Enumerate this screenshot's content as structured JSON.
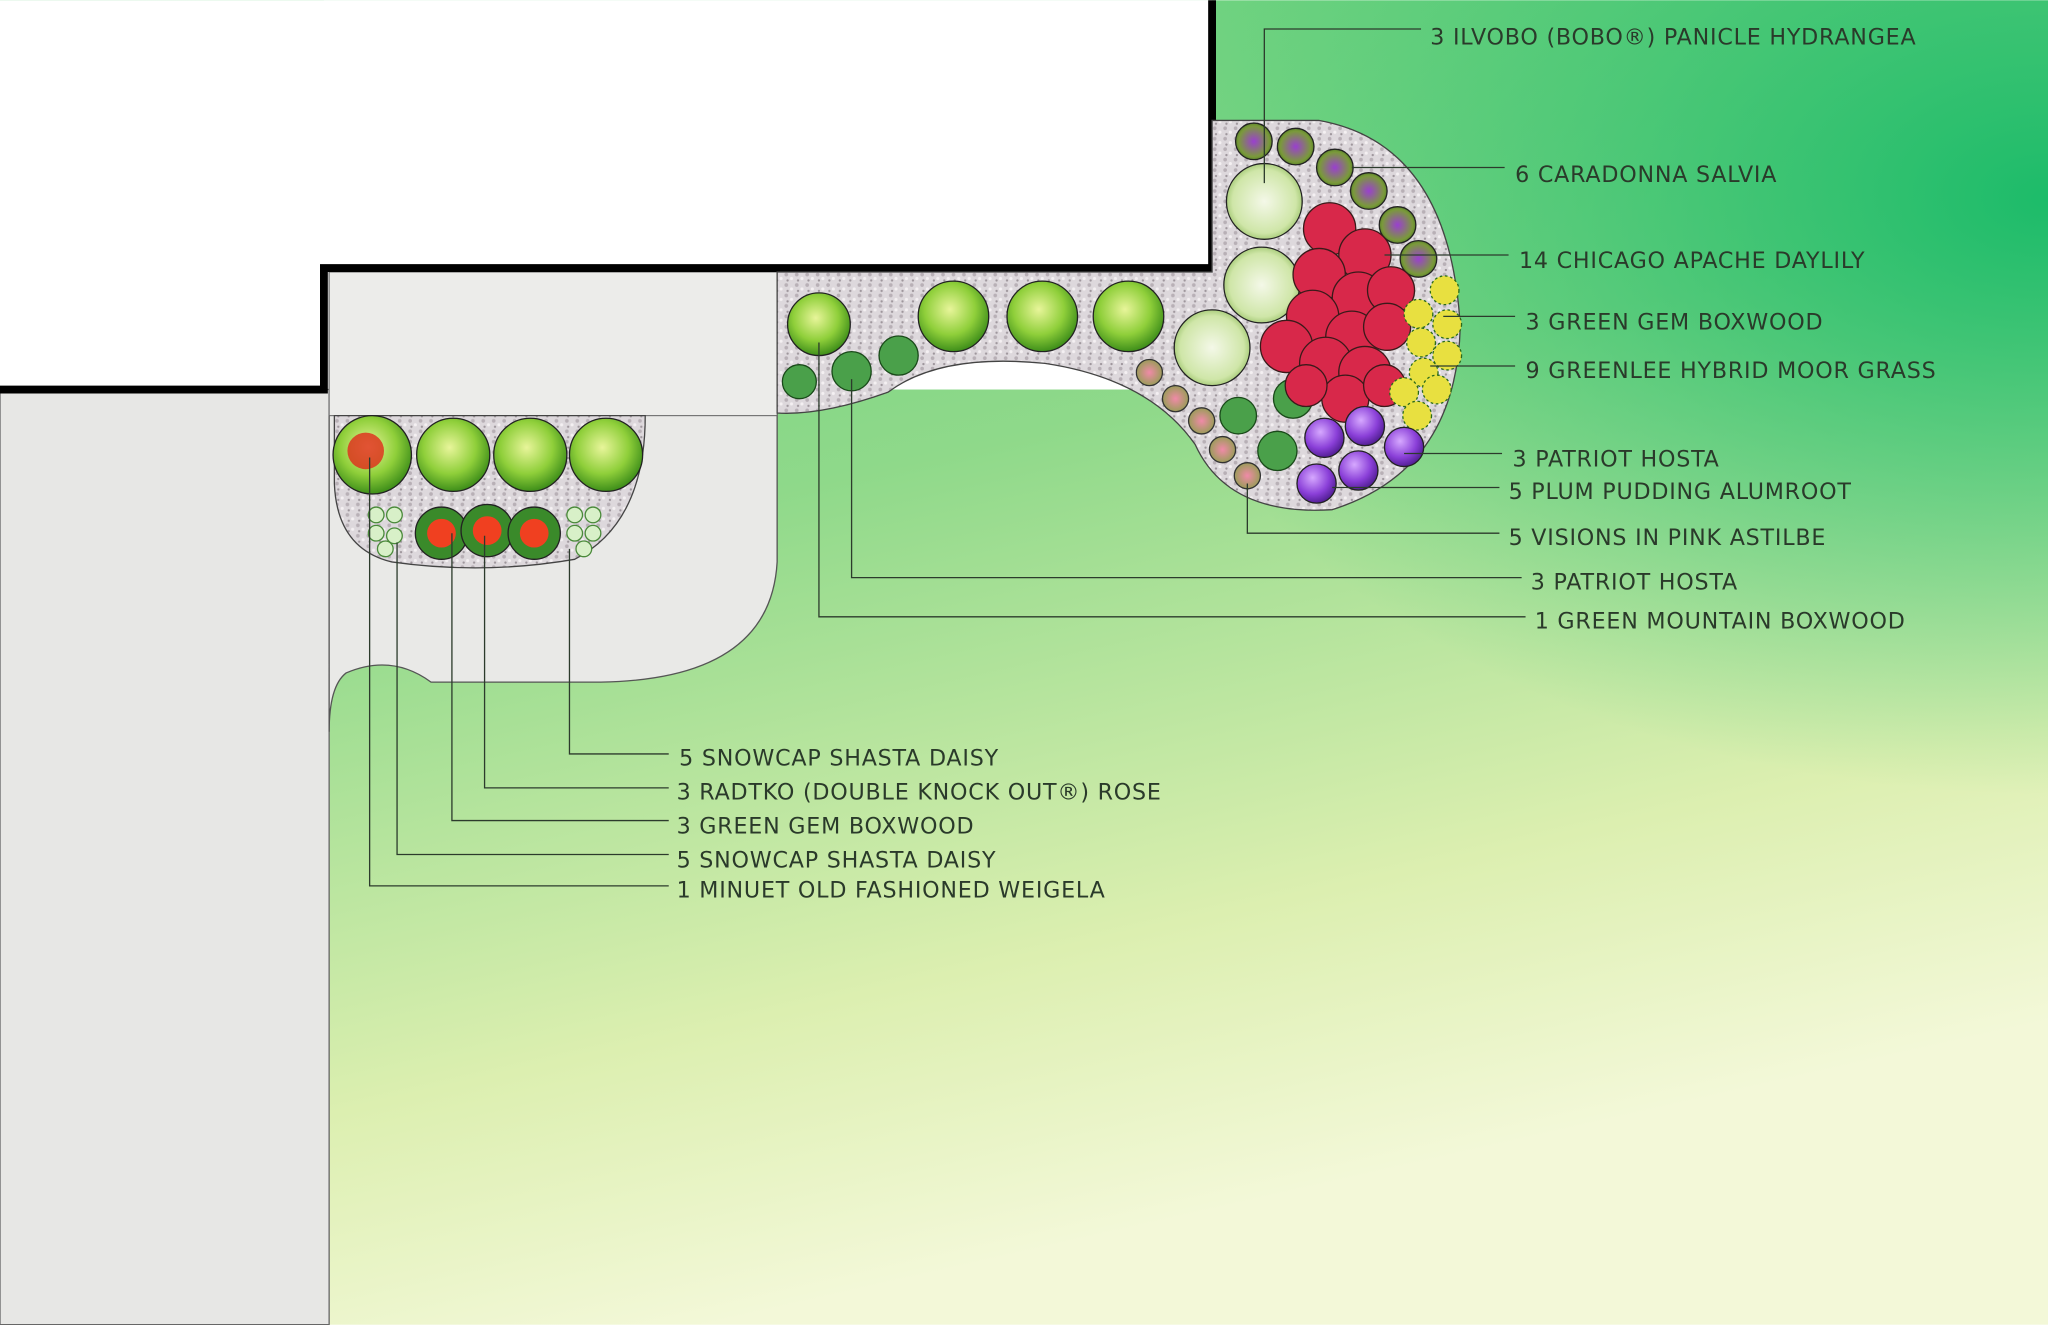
{
  "plan": {
    "labels_right": [
      "3 ILVOBO (BOBO®) PANICLE HYDRANGEA",
      "6 CARADONNA SALVIA",
      "14 CHICAGO APACHE DAYLILY",
      "3 GREEN GEM BOXWOOD",
      "9 GREENLEE HYBRID MOOR GRASS",
      "3 PATRIOT HOSTA",
      "5 PLUM PUDDING ALUMROOT",
      "5 VISIONS IN PINK ASTILBE",
      "3 PATRIOT HOSTA",
      "1 GREEN MOUNTAIN BOXWOOD"
    ],
    "labels_left": [
      "5 SNOWCAP SHASTA DAISY",
      "3 RADTKO (DOUBLE KNOCK OUT®) ROSE",
      "3 GREEN GEM BOXWOOD",
      "5 SNOWCAP SHASTA DAISY",
      "1 MINUET OLD FASHIONED WEIGELA"
    ]
  },
  "colors": {
    "lawn": "#7fd07f",
    "lawn_dark": "#1fbf6a",
    "lawn_light": "#eef5c0",
    "paving": "#e6e6e4",
    "building": "#000000"
  }
}
